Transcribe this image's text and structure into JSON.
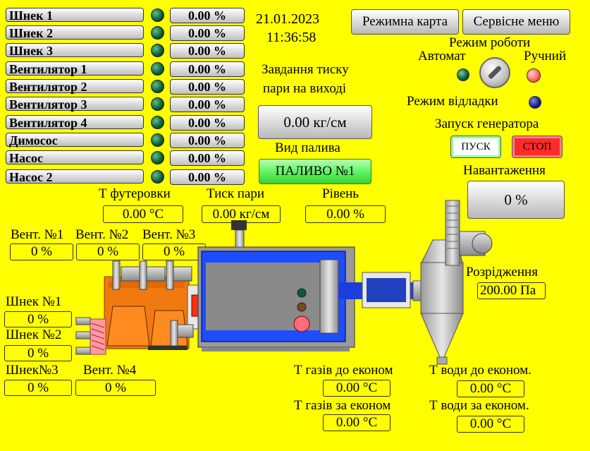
{
  "devices": [
    {
      "name": "Шнек 1",
      "value": "0.00 %"
    },
    {
      "name": "Шнек 2",
      "value": "0.00 %"
    },
    {
      "name": "Шнек 3",
      "value": "0.00 %"
    },
    {
      "name": "Вентилятор 1",
      "value": "0.00 %"
    },
    {
      "name": "Вентилятор 2",
      "value": "0.00 %"
    },
    {
      "name": "Вентилятор 3",
      "value": "0.00 %"
    },
    {
      "name": "Вентилятор 4",
      "value": "0.00 %"
    },
    {
      "name": "Димосос",
      "value": "0.00 %"
    },
    {
      "name": "Насос",
      "value": "0.00 %"
    },
    {
      "name": "Насос 2",
      "value": "0.00 %"
    }
  ],
  "datetime": {
    "date": "21.01.2023",
    "time": "11:36:58"
  },
  "header": {
    "mode_map_button": "Режимна карта",
    "service_menu_button": "Сервісне меню"
  },
  "pressure_task": {
    "label_line1": "Завдання тиску",
    "label_line2": "пари на виході",
    "value": "0.00 кг/см"
  },
  "fuel": {
    "label": "Вид палива",
    "value": "ПАЛИВО №1"
  },
  "mode": {
    "title": "Режим роботи",
    "auto": "Автомат",
    "manual": "Ручний",
    "debug": "Режим відладки"
  },
  "generator": {
    "title": "Запуск генератора",
    "start": "ПУСК",
    "stop": "СТОП"
  },
  "load": {
    "label": "Навантаження",
    "value": "0 %"
  },
  "readings": {
    "lining_temp": {
      "label": "Т футеровки",
      "value": "0.00 °C"
    },
    "steam_pressure": {
      "label": "Тиск пари",
      "value": "0.00 кг/см"
    },
    "level": {
      "label": "Рівень",
      "value": "0.00 %"
    },
    "vacuum": {
      "label": "Розрідження",
      "value": "200.00 Па"
    },
    "gas_before": {
      "label": "Т газів до економ",
      "value": "0.00 °C"
    },
    "gas_after": {
      "label": "Т газів за економ",
      "value": "0.00 °C"
    },
    "water_before": {
      "label": "Т води до економ.",
      "value": "0.00 °C"
    },
    "water_after": {
      "label": "Т води за економ.",
      "value": "0.00 °C"
    }
  },
  "fans": [
    {
      "label": "Вент. №1",
      "value": "0 %"
    },
    {
      "label": "Вент. №2",
      "value": "0 %"
    },
    {
      "label": "Вент. №3",
      "value": "0 %"
    },
    {
      "label": "Вент. №4",
      "value": "0 %"
    }
  ],
  "augers": [
    {
      "label": "Шнек №1",
      "value": "0 %"
    },
    {
      "label": "Шнек №2",
      "value": "0 %"
    },
    {
      "label": "Шнек№3",
      "value": "0 %"
    }
  ],
  "colors": {
    "background": "#ffff00",
    "running_led": "#0b5a34",
    "fuel_button": "#6dff6d",
    "stop_button": "#ff3030"
  }
}
